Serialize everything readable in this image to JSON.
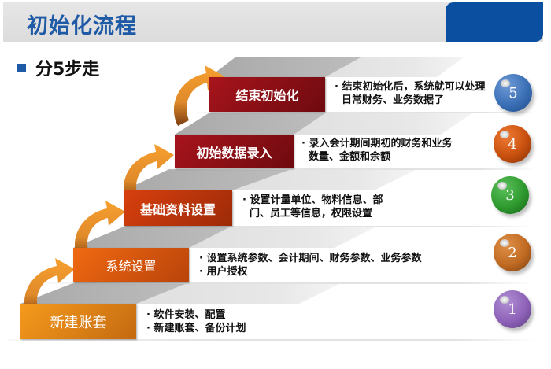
{
  "header": {
    "title": "初始化流程",
    "accent_color": "#1f5aa6",
    "tab_color": "#0b4fa0"
  },
  "subtitle": {
    "text": "分5步走",
    "bullet_icon": "square-bullet-icon"
  },
  "steps": [
    {
      "number": "1",
      "label": "新建账套",
      "color_from": "#f59a1c",
      "color_to": "#c46a10",
      "ball_color": "#8e62b8",
      "bullets": [
        "· 软件安装、配置",
        "· 新建账套、备份计划"
      ]
    },
    {
      "number": "2",
      "label": "系统设置",
      "color_from": "#f06a12",
      "color_to": "#b9430a",
      "ball_color": "#c06a22",
      "bullets": [
        "· 设置系统参数、会计期间、财务参数、业务参数",
        "· 用户授权"
      ]
    },
    {
      "number": "3",
      "label": "基础资料设置",
      "color_from": "#d8400e",
      "color_to": "#9c2a08",
      "ball_color": "#2e9a2e",
      "bullets": [
        "· 设置计量单位、物料信息、部",
        "  门、员工等信息，权限设置"
      ]
    },
    {
      "number": "4",
      "label": "初始数据录入",
      "color_from": "#a8141c",
      "color_to": "#6e0a10",
      "ball_color": "#c8500e",
      "bullets": [
        "· 录入会计期间期初的财务和业务",
        "  数量、金额和余额"
      ]
    },
    {
      "number": "5",
      "label": "结束初始化",
      "color_from": "#a8141c",
      "color_to": "#6e0a10",
      "ball_color": "#3a6fb5",
      "bullets": [
        "· 结束初始化后，系统就可以处理",
        "  日常财务、业务数据了"
      ]
    }
  ],
  "arrow_color": "#f08a24"
}
